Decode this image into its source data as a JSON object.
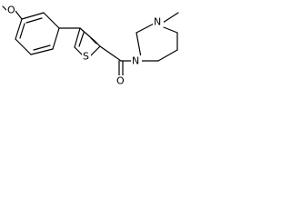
{
  "structure": {
    "atoms": {
      "methoxy_carbon": "",
      "methoxy_oxygen": "O",
      "sulfur": "S",
      "carbonyl_oxygen": "O",
      "amide_nitrogen": "N",
      "methyl_nitrogen": "N"
    }
  }
}
